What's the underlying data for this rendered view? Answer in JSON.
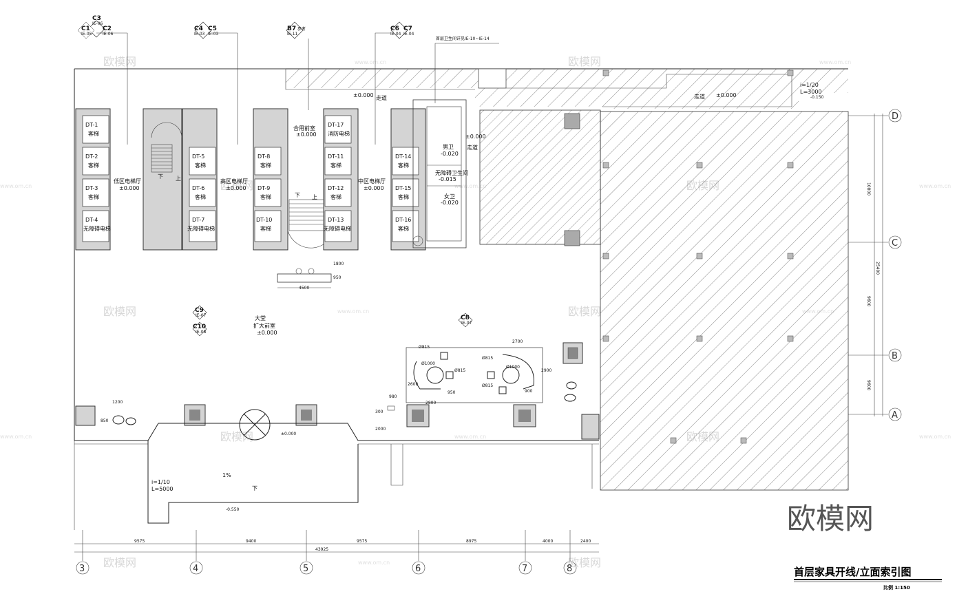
{
  "drawing": {
    "title": "首层家具开线/立面索引图",
    "scale": "比例 1:150",
    "watermark_main": "欧模网",
    "watermark_repeat": "欧模网",
    "watermark_url": "www.om.cn"
  },
  "index_symbols": [
    {
      "id": "g1",
      "top": "C3",
      "top_sub": "IE-06",
      "left": "C1",
      "left_sub": "IE-05",
      "right": "C2",
      "right_sub": "IE-06"
    },
    {
      "id": "g2",
      "left": "C4",
      "left_sub": "IE-03",
      "right": "C5",
      "right_sub": "IE-03"
    },
    {
      "id": "g3",
      "left": "B7",
      "left_sub": "IE-11",
      "right": "参考",
      "right_sub": ""
    },
    {
      "id": "g4",
      "left": "C6",
      "left_sub": "IE-04",
      "right": "C7",
      "right_sub": "IE-04"
    },
    {
      "id": "c9",
      "left": "C9",
      "left_sub": "IE-07"
    },
    {
      "id": "c10",
      "left": "C10",
      "left_sub": "IE-08"
    },
    {
      "id": "c8",
      "left": "C8",
      "left_sub": "IE-07"
    }
  ],
  "note_restroom": "首层卫生间详见IE-10~IE-14",
  "ramp_top": {
    "i": "i=1/20",
    "L": "L=3000",
    "level": "-0.150"
  },
  "ramp_bottom": {
    "i": "i=1/10",
    "L": "L=5000"
  },
  "elevators": {
    "low": [
      {
        "code": "DT-1",
        "use": "客梯"
      },
      {
        "code": "DT-2",
        "use": "客梯"
      },
      {
        "code": "DT-3",
        "use": "客梯"
      },
      {
        "code": "DT-4",
        "use": "无障碍电梯"
      }
    ],
    "high_left": [
      {
        "code": "DT-5",
        "use": "客梯"
      },
      {
        "code": "DT-6",
        "use": "客梯"
      },
      {
        "code": "DT-7",
        "use": "无障碍电梯"
      }
    ],
    "high_right": [
      {
        "code": "DT-8",
        "use": "客梯"
      },
      {
        "code": "DT-9",
        "use": "客梯"
      },
      {
        "code": "DT-10",
        "use": "客梯"
      }
    ],
    "mid_left": [
      {
        "code": "DT-17",
        "use": "消防电梯"
      },
      {
        "code": "DT-11",
        "use": "客梯"
      },
      {
        "code": "DT-12",
        "use": "客梯"
      },
      {
        "code": "DT-13",
        "use": "无障碍电梯"
      }
    ],
    "mid_right": [
      {
        "code": "DT-14",
        "use": "客梯"
      },
      {
        "code": "DT-15",
        "use": "客梯"
      },
      {
        "code": "DT-16",
        "use": "客梯"
      }
    ]
  },
  "rooms": {
    "low_lobby": "低区电梯厅",
    "high_lobby": "高区电梯厅",
    "mid_lobby": "中区电梯厅",
    "level_000": "±0.000",
    "corridor": "走道",
    "corridor_side": "走道",
    "hall": "大堂",
    "hall_sub": "扩大前室",
    "fire_control": "合用前室",
    "male_wc": "男卫",
    "male_wc_level": "-0.020",
    "barrier_free_wc": "无障碍卫生间",
    "barrier_free_level": "-0.015",
    "female_wc": "女卫",
    "female_wc_level": "-0.020",
    "down": "下",
    "up": "上",
    "slope_1": "1%",
    "level_minus_0550": "-0.550",
    "level_minus_0150": "-0.150"
  },
  "furniture_dims": {
    "counter_w": "4500",
    "counter_h1": "1800",
    "counter_h2": "950",
    "d1": "2700",
    "d2": "2900",
    "d3": "2600",
    "d4": "2800",
    "d5": "1200",
    "d6": "850",
    "d7": "950",
    "d8": "900",
    "d9": "2000",
    "d10": "300",
    "d11": "980",
    "r1": "Ø815",
    "r2": "Ø1000",
    "r3": "Ø815",
    "r4": "Ø1000",
    "r5": "Ø815",
    "r6": "Ø815"
  },
  "dimensions_bottom": {
    "segments": [
      "9575",
      "9400",
      "9575",
      "8975",
      "4000",
      "2400"
    ],
    "total": "43925"
  },
  "dimensions_right": {
    "segments": [
      "10800",
      "9600",
      "9600"
    ],
    "total": "25400"
  },
  "axes_bottom": [
    "3",
    "4",
    "5",
    "6",
    "7",
    "8"
  ],
  "axes_right": [
    "D",
    "C",
    "B",
    "A"
  ]
}
